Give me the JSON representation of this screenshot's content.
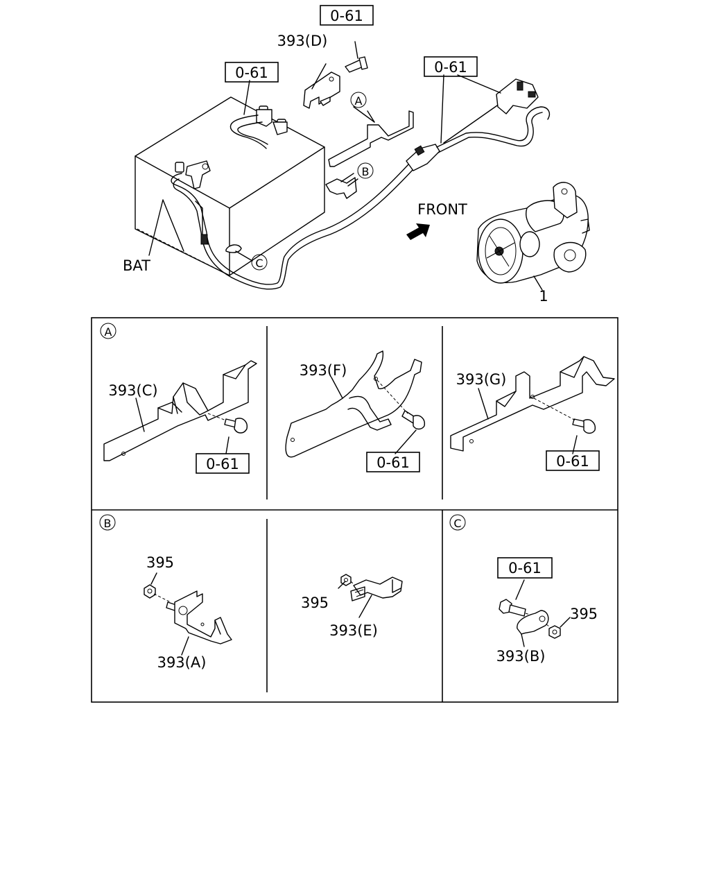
{
  "overview": {
    "ref_top": "0-61",
    "ref_battery": "0-61",
    "ref_cable": "0-61",
    "bracket_d": "393(D)",
    "callout_a": "A",
    "callout_b": "B",
    "callout_c": "C",
    "front_label": "FRONT",
    "bat_label": "BAT",
    "starter_label": "1"
  },
  "detail_a": {
    "marker": "A",
    "panels": [
      {
        "part": "393(C)",
        "ref": "0-61"
      },
      {
        "part": "393(F)",
        "ref": "0-61"
      },
      {
        "part": "393(G)",
        "ref": "0-61"
      }
    ]
  },
  "detail_b": {
    "marker": "B",
    "panels": [
      {
        "nut": "395",
        "part": "393(A)"
      },
      {
        "nut": "395",
        "part": "393(E)"
      }
    ]
  },
  "detail_c": {
    "marker": "C",
    "ref": "0-61",
    "nut": "395",
    "part": "393(B)"
  }
}
